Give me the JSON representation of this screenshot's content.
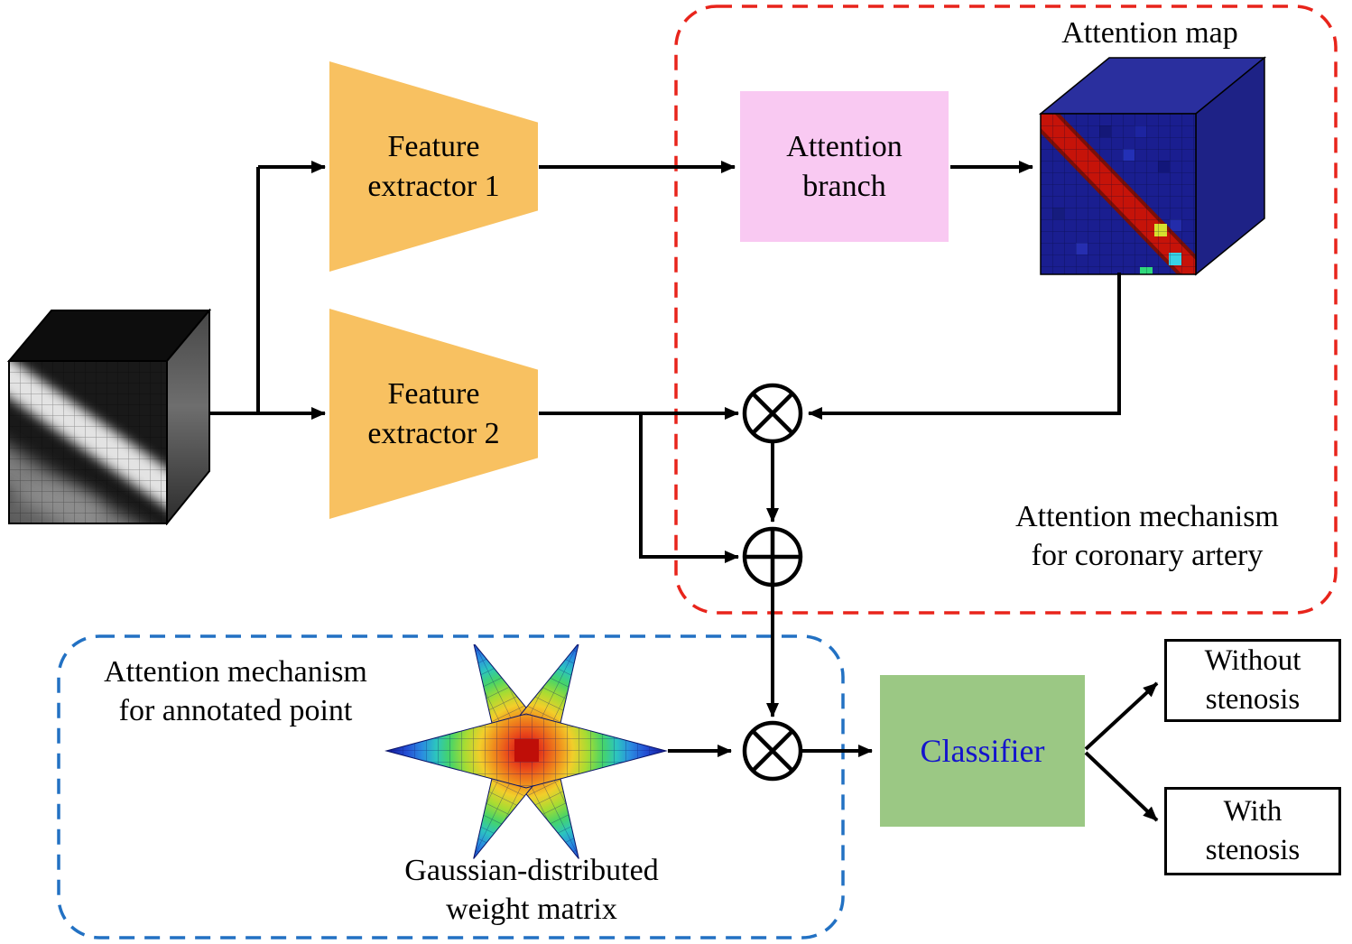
{
  "nodes": {
    "feature_extractor_1": {
      "line1": "Feature",
      "line2": "extractor 1"
    },
    "feature_extractor_2": {
      "line1": "Feature",
      "line2": "extractor 2"
    },
    "attention_branch": {
      "line1": "Attention",
      "line2": "branch"
    },
    "classifier": {
      "label": "Classifier"
    },
    "without_stenosis": {
      "line1": "Without",
      "line2": "stenosis"
    },
    "with_stenosis": {
      "line1": "With",
      "line2": "stenosis"
    }
  },
  "labels": {
    "attention_map": "Attention map",
    "coronary_region_line1": "Attention mechanism",
    "coronary_region_line2": "for coronary artery",
    "annotated_region_line1": "Attention mechanism",
    "annotated_region_line2": "for annotated point",
    "gaussian_line1": "Gaussian-distributed",
    "gaussian_line2": "weight matrix"
  },
  "operators": {
    "multiply_top": "⊗",
    "add": "⊕",
    "multiply_bottom": "⊗"
  },
  "colors": {
    "feature_extractor_fill": "#F8C161",
    "attention_branch_fill": "#F9C9F2",
    "classifier_fill": "#9BC884",
    "classifier_text": "#1414CC",
    "coronary_region_border": "#E8241B",
    "annotated_region_border": "#2271C3",
    "attention_map_blue": "#1A1E90",
    "attention_map_stripe": "#C61309",
    "arrow": "#000000"
  }
}
